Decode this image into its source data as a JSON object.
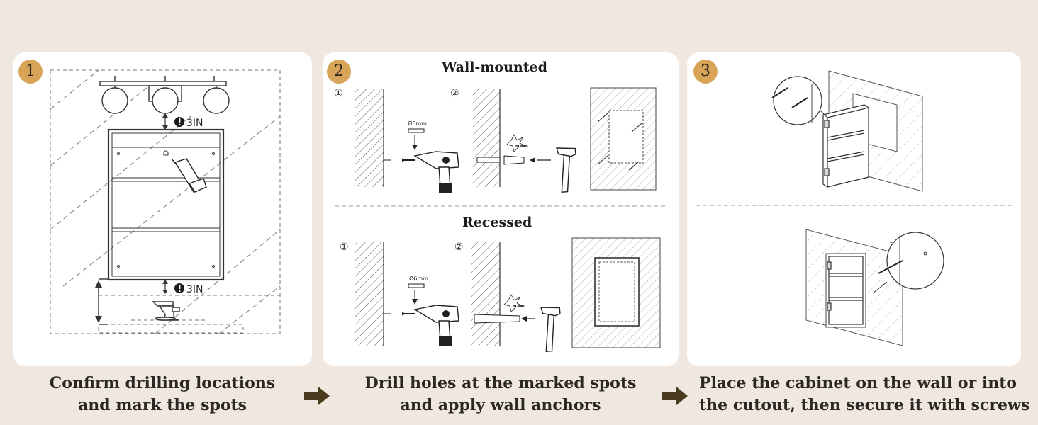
{
  "steps": [
    {
      "number": "1",
      "clearance_top": "3IN",
      "clearance_bottom": "3IN",
      "caption_line1": "Confirm drilling locations",
      "caption_line2": "and mark the spots"
    },
    {
      "number": "2",
      "section_wall": "Wall-mounted",
      "section_recessed": "Recessed",
      "sub_step_a": "①",
      "sub_step_b": "②",
      "drill_size": "Ø6mm",
      "impact_text": "BOMB",
      "caption_line1": "Drill holes at the marked spots",
      "caption_line2": "and apply wall anchors"
    },
    {
      "number": "3",
      "caption_line1": "Place the cabinet on the wall or into",
      "caption_line2": "the cutout, then secure it with screws"
    }
  ],
  "colors": {
    "background": "#f0e8e0",
    "panel": "#ffffff",
    "badge": "#d8a458",
    "arrow": "#4a3a1e",
    "line_art": "#333333"
  },
  "icons": [
    "mirror-cabinet",
    "vanity-light",
    "marker-pen",
    "faucet",
    "power-drill",
    "wall-anchor",
    "hammer",
    "screw",
    "magnifier-callout",
    "next-arrow"
  ]
}
